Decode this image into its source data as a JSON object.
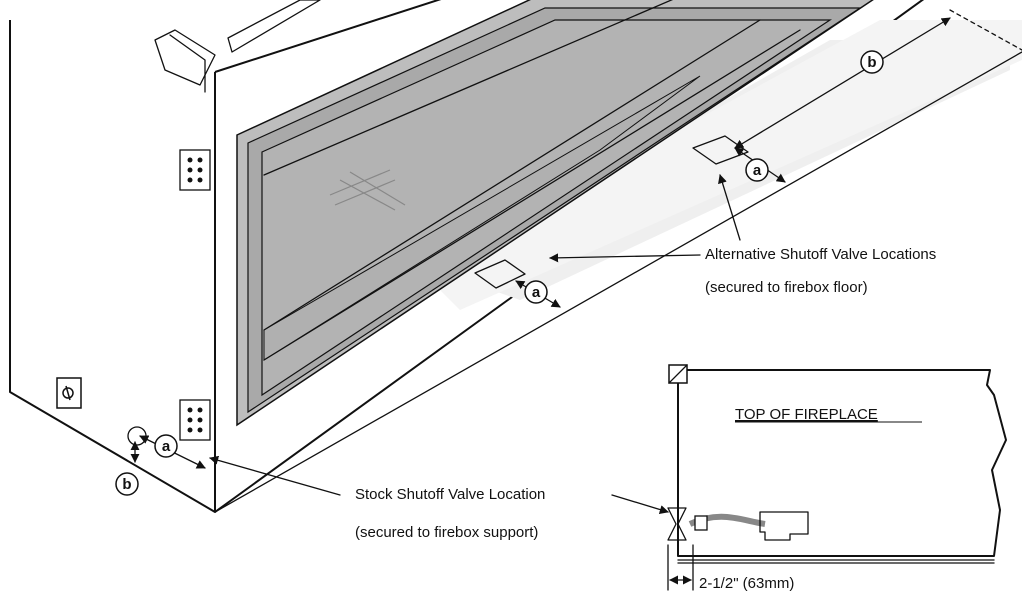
{
  "labels": {
    "alternative_title": "Alternative Shutoff Valve Locations",
    "alternative_sub": "(secured to firebox floor)",
    "stock_title": "Stock Shutoff Valve Location",
    "stock_sub": "(secured to firebox support)",
    "inset_title": "TOP OF FIREPLACE",
    "inset_dimension": "2-1/2\" (63mm)"
  },
  "dimension_markers": {
    "a": "a",
    "b": "b"
  }
}
